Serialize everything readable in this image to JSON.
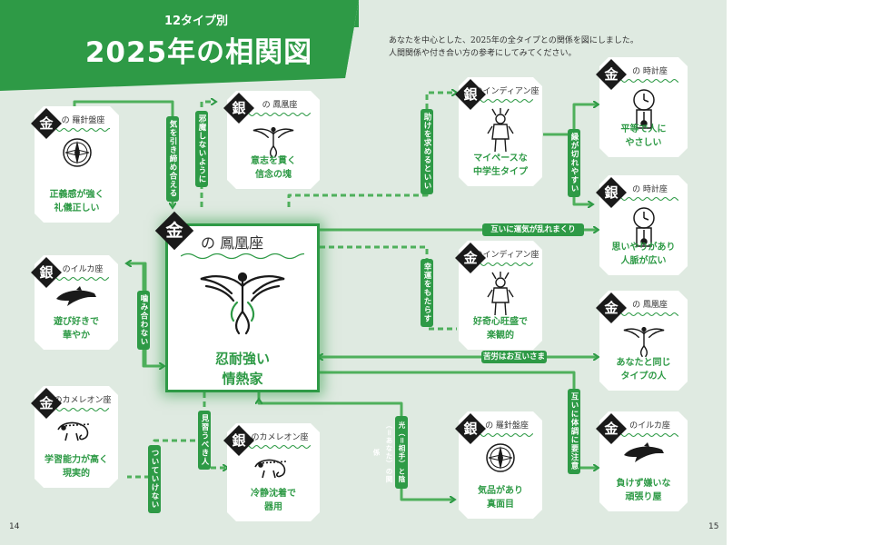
{
  "header": {
    "subtitle": "12タイプ別",
    "title": "2025年の相関図"
  },
  "intro": {
    "line1": "あなたを中心とした、2025年の全タイプとの関係を図にしました。",
    "line2": "人間関係や付き合い方の参考にしてみてください。"
  },
  "center": {
    "rank": "金",
    "label": "の 鳳凰座",
    "icon": "phoenix-icon",
    "desc1": "忍耐強い",
    "desc2": "情熱家"
  },
  "cards": {
    "rashinban_gold": {
      "rank": "金",
      "label": "の 羅針盤座",
      "icon": "compass-icon",
      "desc1": "正義感が強く",
      "desc2": "礼儀正しい"
    },
    "houou_silver": {
      "rank": "銀",
      "label": "の 鳳凰座",
      "icon": "phoenix-icon",
      "desc1": "意志を貫く",
      "desc2": "信念の塊"
    },
    "indian_silver": {
      "rank": "銀",
      "label": "のインディアン座",
      "icon": "indian-icon",
      "desc1": "マイペースな",
      "desc2": "中学生タイプ"
    },
    "tokei_gold": {
      "rank": "金",
      "label": "の 時計座",
      "icon": "clock-icon",
      "desc1": "平等で人に",
      "desc2": "やさしい"
    },
    "tokei_silver": {
      "rank": "銀",
      "label": "の 時計座",
      "icon": "clock-icon",
      "desc1": "思いやりがあり",
      "desc2": "人脈が広い"
    },
    "iruka_silver": {
      "rank": "銀",
      "label": "のイルカ座",
      "icon": "dolphin-icon",
      "desc1": "遊び好きで",
      "desc2": "華やか"
    },
    "indian_gold": {
      "rank": "金",
      "label": "のインディアン座",
      "icon": "indian-icon",
      "desc1": "好奇心旺盛で",
      "desc2": "楽観的"
    },
    "houou_gold": {
      "rank": "金",
      "label": "の 鳳凰座",
      "icon": "phoenix-icon",
      "desc1": "あなたと同じ",
      "desc2": "タイプの人"
    },
    "chameleon_gold": {
      "rank": "金",
      "label": "のカメレオン座",
      "icon": "chameleon-icon",
      "desc1": "学習能力が高く",
      "desc2": "現実的"
    },
    "chameleon_silver": {
      "rank": "銀",
      "label": "のカメレオン座",
      "icon": "chameleon-icon",
      "desc1": "冷静沈着で",
      "desc2": "器用"
    },
    "rashinban_silver": {
      "rank": "銀",
      "label": "の 羅針盤座",
      "icon": "compass-icon",
      "desc1": "気品があり",
      "desc2": "真面目"
    },
    "iruka_gold": {
      "rank": "金",
      "label": "のイルカ座",
      "icon": "dolphin-icon",
      "desc1": "負けず嫌いな",
      "desc2": "頑張り屋"
    }
  },
  "relations": {
    "kiwo": "気を引き締め合える",
    "jama": "邪魔しないように",
    "tasuke": "助けを求めるといい",
    "en": "縁が切れやすい",
    "unki": "互いに運気が乱れまくり",
    "kamiawa": "噛み合わない",
    "kouun": "幸運をもたらす",
    "kurou": "苦労はお互いさま",
    "taichou": "互いに体調に要注意",
    "minarau": "見習うべき人",
    "tsuite": "ついていけない",
    "hikari": "光（＝相手）と陰（＝あなた）の関係"
  },
  "page_numbers": {
    "left": "14",
    "right": "15"
  },
  "colors": {
    "accent": "#2e9a46",
    "background": "#dfeae1",
    "badge": "#1a1a1a"
  }
}
